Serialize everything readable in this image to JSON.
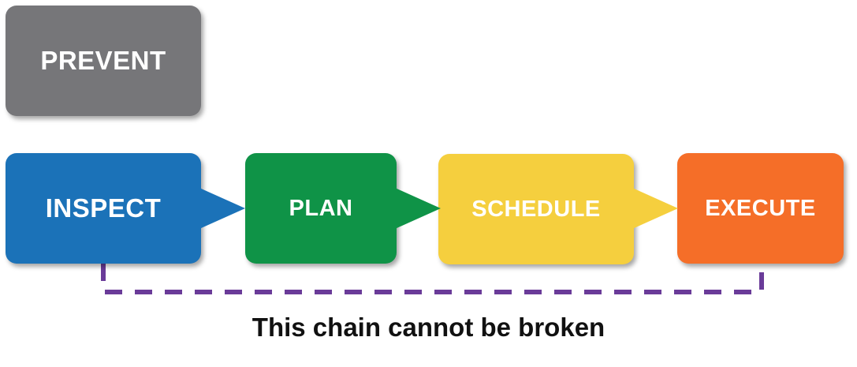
{
  "diagram": {
    "nodes": {
      "prevent": {
        "label": "PREVENT",
        "color": "#767679"
      },
      "inspect": {
        "label": "INSPECT",
        "color": "#1b72b8"
      },
      "plan": {
        "label": "PLAN",
        "color": "#0f9347"
      },
      "schedule": {
        "label": "SCHEDULE",
        "color": "#f5cf3e"
      },
      "execute": {
        "label": "EXECUTE",
        "color": "#f56e28"
      }
    },
    "loop_line_color": "#6a3b99",
    "caption": "This chain cannot be broken"
  }
}
